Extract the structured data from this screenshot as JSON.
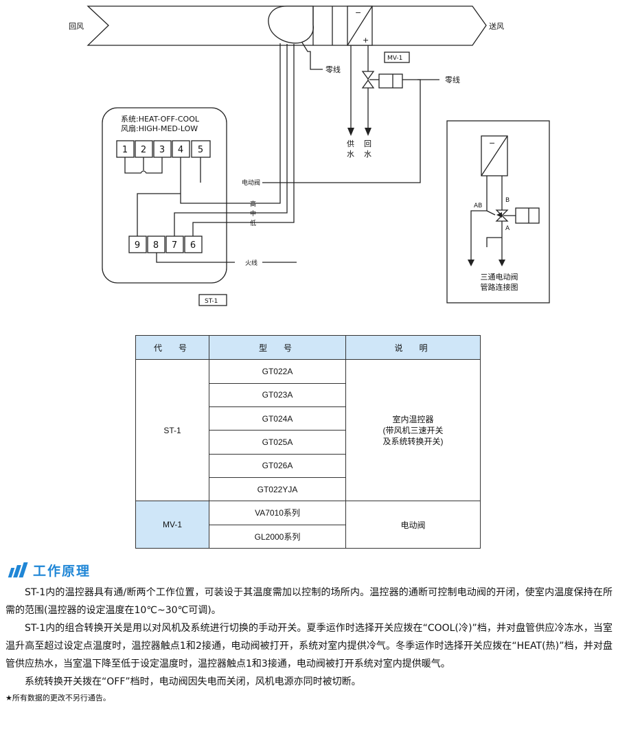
{
  "diagram": {
    "return_air": "回风",
    "supply_air": "送风",
    "neutral_1": "零线",
    "neutral_2": "零线",
    "mv_tag": "MV-1",
    "minus": "−",
    "plus": "+",
    "supply_water_1": "供",
    "supply_water_2": "水",
    "return_water_1": "回",
    "return_water_2": "水",
    "thermostat_system": "系统:HEAT-OFF-COOL",
    "thermostat_fan": "风扇:HIGH-MED-LOW",
    "terminals_top": [
      "1",
      "2",
      "3",
      "4",
      "5"
    ],
    "terminals_bottom": [
      "9",
      "8",
      "7",
      "6"
    ],
    "wire_valve": "电动阀",
    "wire_high": "高",
    "wire_med": "中",
    "wire_low": "低",
    "wire_live": "火线",
    "st_tag": "ST-1",
    "inset_ab": "AB",
    "inset_b": "B",
    "inset_a": "A",
    "inset_minus": "−",
    "inset_caption_1": "三通电动阀",
    "inset_caption_2": "管路连接图"
  },
  "table": {
    "headers": [
      "代　号",
      "型　号",
      "说　明"
    ],
    "group1": {
      "code": "ST-1",
      "models": [
        "GT022A",
        "GT023A",
        "GT024A",
        "GT025A",
        "GT026A",
        "GT022YJA"
      ],
      "desc_lines": [
        "室内温控器",
        "(带风机三速开关",
        "及系统转换开关)"
      ]
    },
    "group2": {
      "code": "MV-1",
      "models": [
        "VA7010系列",
        "GL2000系列"
      ],
      "desc": "电动阀"
    }
  },
  "section": {
    "title": "工作原理",
    "paragraphs": [
      "ST-1内的温控器具有通/断两个工作位置，可装设于其温度需加以控制的场所内。温控器的通断可控制电动阀的开闭，使室内温度保持在所需的范围(温控器的设定温度在10℃~30℃可调)。",
      "ST-1内的组合转换开关是用以对风机及系统进行切换的手动开关。夏季运作时选择开关应拨在“COOL(冷)”档，并对盘管供应冷冻水，当室温升高至超过设定点温度时，温控器触点1和2接通，电动阀被打开，系统对室内提供冷气。冬季运作时选择开关应拨在“HEAT(热)”档，并对盘管供应热水，当室温下降至低于设定温度时，温控器触点1和3接通，电动阀被打开系统对室内提供暖气。",
      "系统转换开关拨在“OFF”档时，电动阀因失电而关闭，风机电源亦同时被切断。"
    ],
    "footnote": "★所有数据的更改不另行通告。"
  },
  "colors": {
    "accent": "#1f86d6",
    "header_fill": "#cfe6f8",
    "line": "#222222"
  }
}
